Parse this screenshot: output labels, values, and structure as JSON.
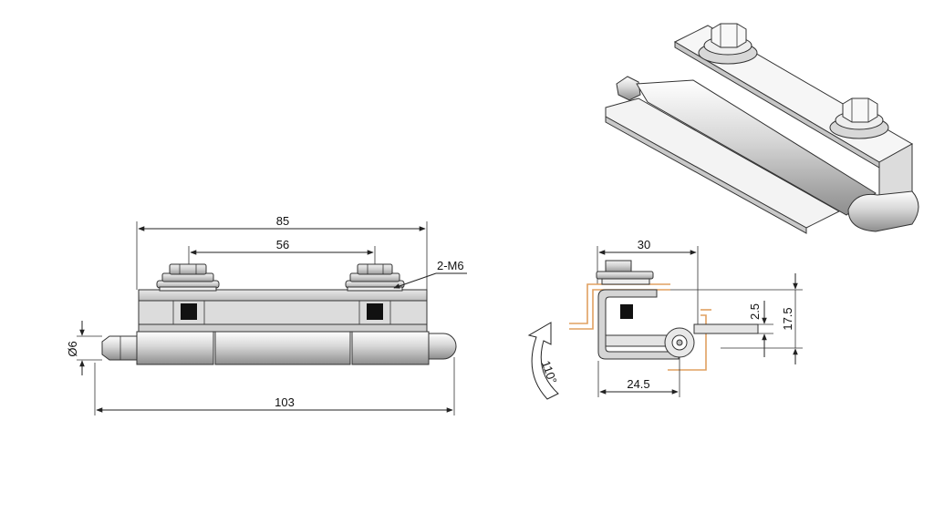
{
  "front_view": {
    "overall_width": "85",
    "hole_spacing": "56",
    "thread_label": "2-M6",
    "pin_diameter": "Ø6",
    "total_length": "103"
  },
  "side_view": {
    "width": "30",
    "height": "17.5",
    "offset": "2.5",
    "pin_offset": "24.5",
    "opening_angle": "110°"
  },
  "colors": {
    "metal": "#d9d9d9",
    "metal_dark": "#a8a8a8",
    "outline": "#333333",
    "accent_door": "#e0a060",
    "rubber": "#111111"
  }
}
